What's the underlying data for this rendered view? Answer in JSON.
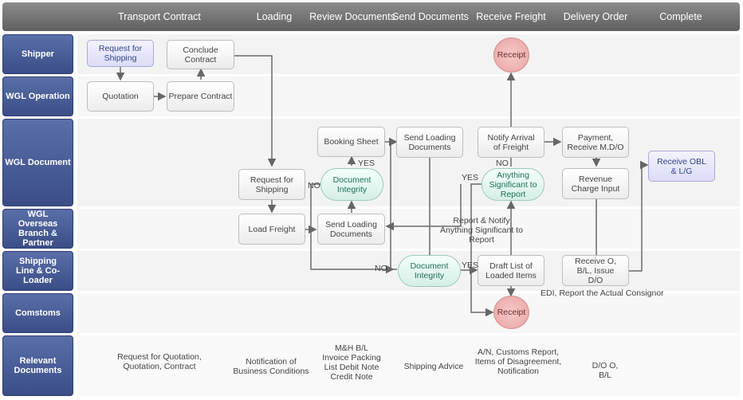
{
  "stages": [
    "Transport Contract",
    "Loading",
    "Review Documents",
    "Send Documents",
    "Receive Freight",
    "Delivery Order",
    "Complete"
  ],
  "lanes": [
    "Shipper",
    "WGL Operation",
    "WGL Document",
    "WGL Overseas Branch & Partner",
    "Shipping Line & Co-Loader",
    "Comstoms",
    "Relevant Documents"
  ],
  "nodes": {
    "request_shipping_shipper": "Request for Shipping",
    "conclude_contract": "Conclude Contract",
    "quotation": "Quotation",
    "prepare_contract": "Prepare Contract",
    "receipt_top": "Receipt",
    "booking_sheet": "Booking Sheet",
    "send_loading_documents_top": "Send Loading Documents",
    "notify_arrival": "Notify Arrival of Freight",
    "payment_receive": "Payment, Receive M.D/O",
    "request_shipping_doc": "Request for Shipping",
    "document_integrity_1": "Document Integrity",
    "anything_significant": "Anything Significant to Report",
    "revenue_charge": "Revenue Charge Input",
    "receive_obl": "Receive OBL & L/G",
    "load_freight": "Load Freight",
    "send_loading_documents_mid": "Send Loading Documents",
    "document_integrity_2": "Document Integrity",
    "draft_list": "Draft List of Loaded Items",
    "receive_obl_issue": "Receive O, B/L, Issue D/O",
    "receipt_bottom": "Receipt"
  },
  "labels": {
    "yes_1": "YES",
    "no_1": "NO",
    "yes_2": "YES",
    "no_2": "NO",
    "yes_3": "YES",
    "no_3": "NO",
    "report_notify": "Report & Notify Anything Significant to Report",
    "edi": "EDI, Report the Actual Consignor"
  },
  "documents": [
    "Request for Quotation, Quotation, Contract",
    "Notification of Business Conditions",
    "M&H B/L Invoice Packing List Debit Note Credit Note",
    "Shipping Advice",
    "A/N, Customs Report, Items of Disagreement, Notification",
    "D/O O, B/L"
  ]
}
